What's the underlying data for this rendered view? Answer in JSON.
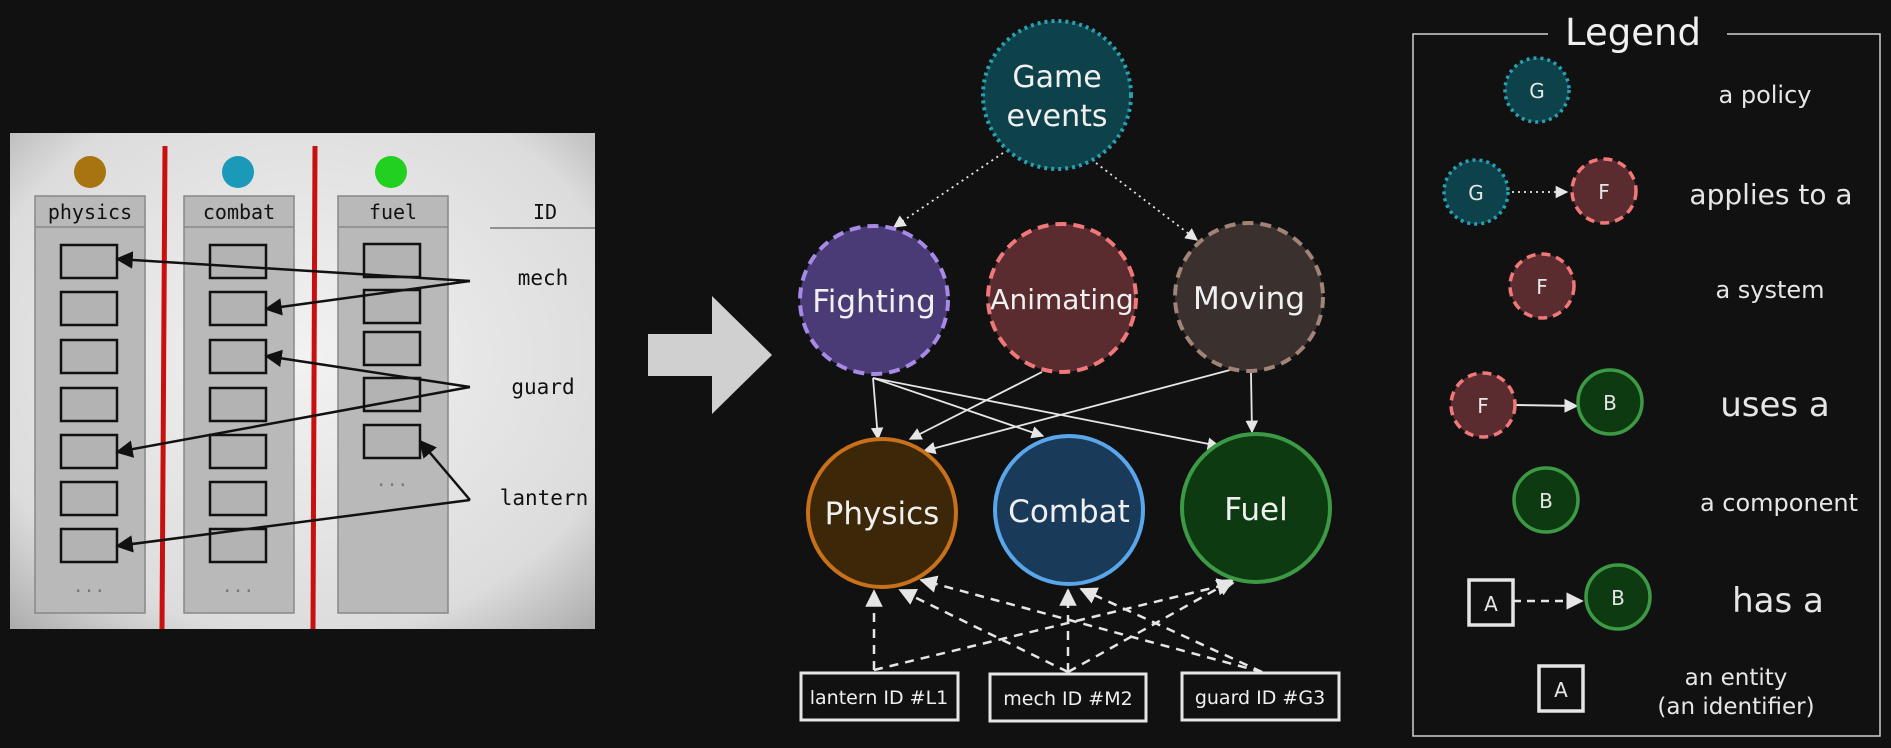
{
  "table": {
    "columns": [
      "physics",
      "combat",
      "fuel"
    ],
    "id_header": "ID",
    "ellipsis": "...",
    "ids": [
      "mech",
      "guard",
      "lantern"
    ],
    "dot_colors": [
      "#a87410",
      "#1a9ab8",
      "#22d020"
    ]
  },
  "graph": {
    "policy": "Game events",
    "policy_lines": [
      "Game",
      "events"
    ],
    "systems": [
      "Fighting",
      "Animating",
      "Moving"
    ],
    "components": [
      "Physics",
      "Combat",
      "Fuel"
    ],
    "entities": [
      "lantern ID #L1",
      "mech ID #M2",
      "guard ID #G3"
    ]
  },
  "legend": {
    "title": "Legend",
    "items": [
      {
        "glyphs": [
          "G"
        ],
        "label": "a policy"
      },
      {
        "glyphs": [
          "G",
          "F"
        ],
        "label": "applies to a"
      },
      {
        "glyphs": [
          "F"
        ],
        "label": "a system"
      },
      {
        "glyphs": [
          "F",
          "B"
        ],
        "label": "uses a"
      },
      {
        "glyphs": [
          "B"
        ],
        "label": "a component"
      },
      {
        "glyphs": [
          "A",
          "B"
        ],
        "label": "has a"
      },
      {
        "glyphs": [
          "A"
        ],
        "label": "an entity",
        "label2": "(an identifier)"
      }
    ]
  },
  "colors": {
    "policy_fill": "#0e424a",
    "policy_stroke": "#2aa1b3",
    "fighting_fill": "#4a3a75",
    "fighting_stroke": "#a68ae6",
    "system_fill": "#5a2c30",
    "system_stroke": "#f07878",
    "moving_fill": "#3a302e",
    "moving_stroke": "#a08478",
    "physics_fill": "#3c2808",
    "physics_stroke": "#c8701a",
    "combat_fill": "#1a3a5a",
    "combat_stroke": "#5aa6ea",
    "fuel_fill": "#0e3a12",
    "fuel_stroke": "#3c9a44",
    "line": "#dddddd",
    "table_red": "#c81010"
  }
}
